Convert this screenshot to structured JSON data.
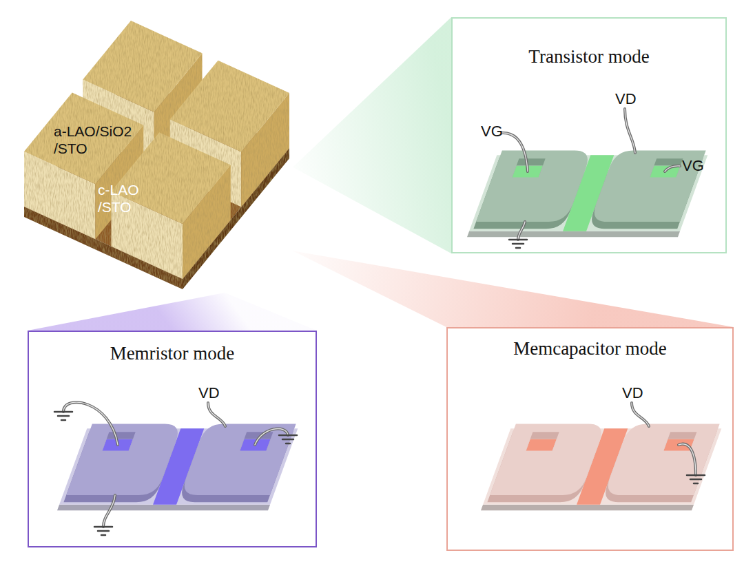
{
  "diagram": {
    "nodes": [
      {
        "text": [
          "a-LAO/SiO2 /STO",
          "c-LAO /STO"
        ]
      },
      {
        "text": [
          "Transistor mode"
        ]
      },
      {
        "text": [
          "Memristor mode"
        ]
      },
      {
        "text": [
          "Memcapacitor mode"
        ]
      }
    ],
    "edges": [
      {
        "from": 0,
        "to": 1,
        "arrow": "none"
      },
      {
        "from": 0,
        "to": 2,
        "arrow": "none"
      },
      {
        "from": 0,
        "to": 3,
        "arrow": "none"
      }
    ],
    "labels": [
      "VD",
      "VG",
      "VG",
      "VD",
      "VD"
    ]
  }
}
